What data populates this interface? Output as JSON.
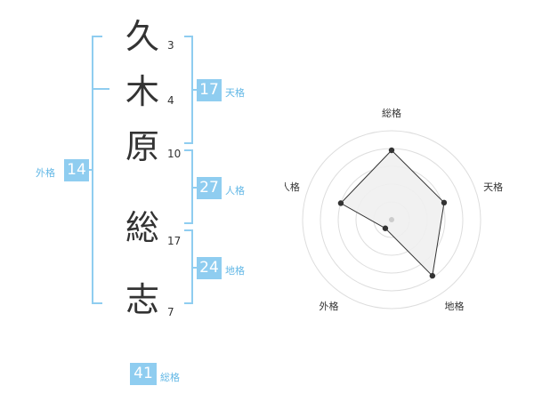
{
  "characters": [
    {
      "char": "久",
      "strokes": "3"
    },
    {
      "char": "木",
      "strokes": "4"
    },
    {
      "char": "原",
      "strokes": "10"
    },
    {
      "char": "総",
      "strokes": "17"
    },
    {
      "char": "志",
      "strokes": "7"
    }
  ],
  "fortunes": {
    "tenkaku": {
      "label": "天格",
      "value": "17"
    },
    "jinkaku": {
      "label": "人格",
      "value": "27"
    },
    "chikaku": {
      "label": "地格",
      "value": "24"
    },
    "gaikaku": {
      "label": "外格",
      "value": "14"
    },
    "soukaku": {
      "label": "総格",
      "value": "41"
    }
  },
  "radar": {
    "axes": [
      "総格",
      "天格",
      "地格",
      "外格",
      "人格"
    ],
    "levels": [
      0.78,
      0.62,
      0.78,
      0.12,
      0.6
    ],
    "colors": {
      "fill": "#f0f0f0",
      "line": "#333333",
      "grid": "#dddddd",
      "center": "#cccccc"
    }
  },
  "colors": {
    "accent": "#8fcdf0",
    "accent_text": "#63b8e6"
  }
}
